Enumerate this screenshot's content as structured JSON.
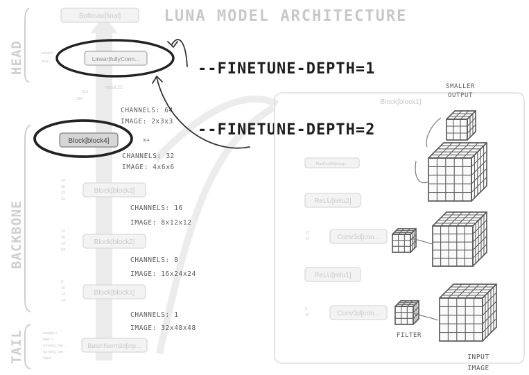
{
  "title": "LUNA MODEL ARCHITECTURE",
  "side_labels": {
    "head": "HEAD",
    "backbone": "BACKBONE",
    "tail": "TAIL"
  },
  "nodes": {
    "softmax": "Softmax[final]",
    "linear": "Linear[fullyConn...",
    "block4": "Block[block4]",
    "block3": "Block[block3]",
    "block2": "Block[block2]",
    "block1": "Block[block1]",
    "batchnorm": "BatchNorm3d[inp..."
  },
  "small_labels": {
    "weight": "weight",
    "bias": "bias",
    "input_22": "input 22",
    "dim_314": "314",
    "dim_316": "316",
    "n29": "29",
    "n30": "30",
    "n33": "33",
    "n34": "34",
    "n19": "19",
    "n20": "20",
    "n23": "23",
    "n24": "24",
    "n9": "9",
    "n10": "10",
    "n13": "13",
    "n14": "14",
    "weight1": "weight.1",
    "bias1": "bias.1",
    "running_mean": "running_me...",
    "running_var": "running_var",
    "input": "input"
  },
  "annotations": {
    "block4_out": {
      "channels": "CHANNELS: 64",
      "image": "IMAGE: 2x3x3"
    },
    "block3_out": {
      "channels": "CHANNELS: 32",
      "image": "IMAGE: 4x6x6"
    },
    "block2_out": {
      "channels": "CHANNELS: 16",
      "image": "IMAGE: 8x12x12"
    },
    "block1_out": {
      "channels": "CHANNELS: 8",
      "image": "IMAGE: 16x24x24"
    },
    "input": {
      "channels": "CHANNELS: 1",
      "image": "IMAGE: 32x48x48"
    }
  },
  "callouts": {
    "depth1": "--FINETUNE-DEPTH=1",
    "depth2": "--FINETUNE-DEPTH=2"
  },
  "inset": {
    "title": "Block[block1]",
    "nodes": {
      "maxpool": "MaxPool3d[maxp...",
      "relu2": "ReLU[relu2]",
      "conv2": "Conv3d[con...",
      "relu1": "ReLU[relu1]",
      "conv1": "Conv3d[con..."
    },
    "sketch_labels": {
      "smaller": "SMALLER",
      "output": "OUTPUT",
      "filter": "FILTER",
      "input": "INPUT",
      "image": "IMAGE"
    }
  }
}
